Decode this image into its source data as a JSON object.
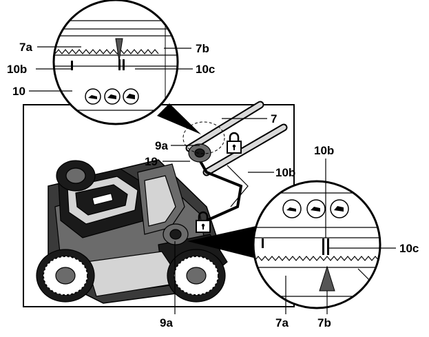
{
  "labels": {
    "top_7a": "7a",
    "top_7b": "7b",
    "top_10b": "10b",
    "top_10c": "10c",
    "top_10": "10",
    "main_7": "7",
    "main_9a_top": "9a",
    "main_19": "19",
    "main_10b": "10b",
    "right_10b": "10b",
    "right_10c": "10c",
    "bottom_9a": "9a",
    "bottom_7a": "7a",
    "bottom_7b": "7b"
  },
  "icons": [
    "lock-icon",
    "lawnmower-height-icon"
  ]
}
